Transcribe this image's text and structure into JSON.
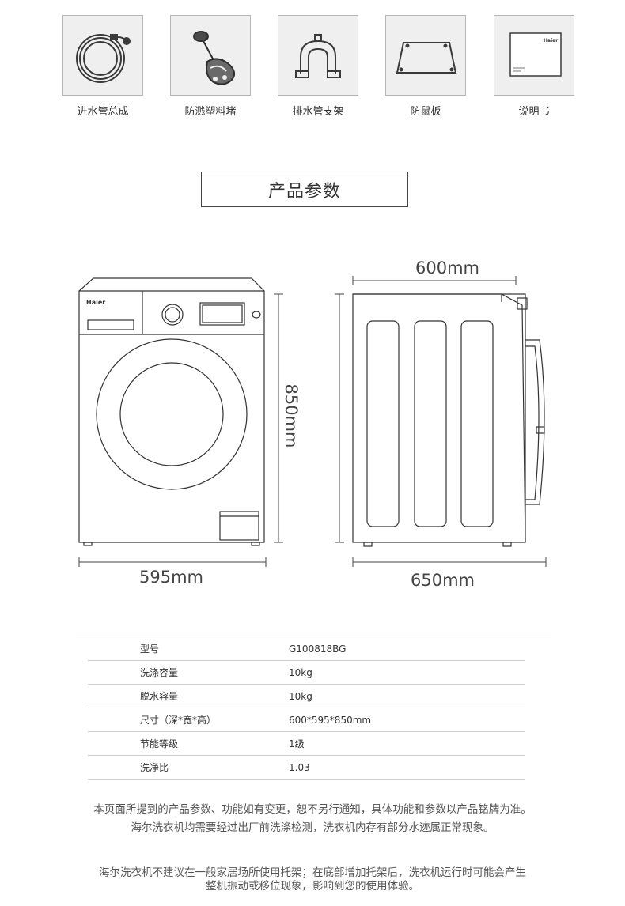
{
  "accessories": [
    {
      "label": "进水管总成",
      "icon": "inlet-hose-icon"
    },
    {
      "label": "防溅塑料堵",
      "icon": "splash-plug-icon"
    },
    {
      "label": "排水管支架",
      "icon": "drain-hose-bracket-icon"
    },
    {
      "label": "防鼠板",
      "icon": "anti-rodent-board-icon"
    },
    {
      "label": "说明书",
      "icon": "manual-icon"
    }
  ],
  "section_title": "产品参数",
  "diagram": {
    "brand": "Haier",
    "manual_brand": "Haier",
    "width_label": "595mm",
    "height_label": "850mm",
    "top_depth_label": "600mm",
    "bottom_depth_label": "650mm"
  },
  "specs": [
    {
      "key": "型号",
      "value": "G100818BG"
    },
    {
      "key": "洗涤容量",
      "value": "10kg"
    },
    {
      "key": "脱水容量",
      "value": "10kg"
    },
    {
      "key": "尺寸（深*宽*高）",
      "value": "600*595*850mm"
    },
    {
      "key": "节能等级",
      "value": "1级"
    },
    {
      "key": "洗净比",
      "value": "1.03"
    }
  ],
  "notes": {
    "line1": "本页面所提到的产品参数、功能如有变更，恕不另行通知，具体功能和参数以产品铭牌为准。",
    "line2": "海尔洗衣机均需要经过出厂前洗涤检测，洗衣机内存有部分水迹属正常现象。",
    "line3": "海尔洗衣机不建议在一般家居场所使用托架；在底部增加托架后，洗衣机运行时可能会产生",
    "line4": "整机振动或移位现象，影响到您的使用体验。"
  }
}
